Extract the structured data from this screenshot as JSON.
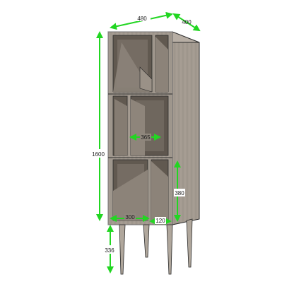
{
  "diagram": {
    "accent_color": "#22d622",
    "wood_color": "#a39a90",
    "outline_color": "#2a2a2a",
    "dimensions": {
      "width": "480",
      "depth": "400",
      "height": "1600",
      "leg_height": "336",
      "shelf_width": "365",
      "compartment_height": "380",
      "compartment_width": "300",
      "divider_width": "120"
    }
  }
}
